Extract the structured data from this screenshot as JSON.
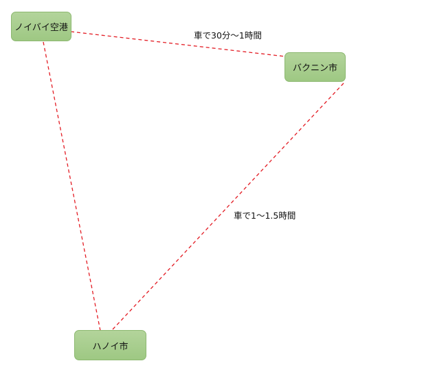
{
  "nodes": {
    "airport": "ノイバイ空港",
    "bac_ninh": "バクニン市",
    "hanoi": "ハノイ市"
  },
  "edges": {
    "airport_bac_ninh": "車で30分〜1時間",
    "bac_ninh_hanoi": "車で1〜1.5時間"
  },
  "colors": {
    "edge": "#e31b23",
    "node_fill": "#a9cf8f",
    "node_border": "#8cb870"
  }
}
